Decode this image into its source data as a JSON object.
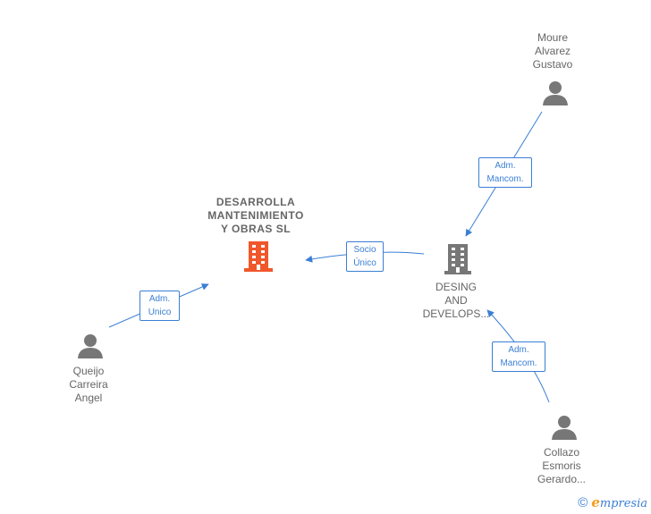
{
  "nodes": {
    "main_company": {
      "lines": [
        "DESARROLLA",
        "MANTENIMIENTO",
        "Y OBRAS  SL"
      ],
      "color": "#f0572b"
    },
    "desing": {
      "lines": [
        "DESING",
        "AND",
        "DEVELOPS..."
      ],
      "color": "#777777"
    },
    "moure": {
      "lines": [
        "Moure",
        "Alvarez",
        "Gustavo"
      ]
    },
    "queijo": {
      "lines": [
        "Queijo",
        "Carreira",
        "Angel"
      ]
    },
    "collazo": {
      "lines": [
        "Collazo",
        "Esmoris",
        "Gerardo..."
      ]
    }
  },
  "edges": {
    "socio": {
      "lines": [
        "Socio",
        "Único"
      ]
    },
    "adm_unico": {
      "lines": [
        "Adm.",
        "Unico"
      ]
    },
    "adm_mancom_top": {
      "lines": [
        "Adm.",
        "Mancom."
      ]
    },
    "adm_mancom_bottom": {
      "lines": [
        "Adm.",
        "Mancom."
      ]
    }
  },
  "colors": {
    "edge": "#3a7fd5",
    "person": "#777777"
  },
  "footer": {
    "copyright_symbol": "©",
    "brand_first": "e",
    "brand_rest": "mpresia"
  }
}
